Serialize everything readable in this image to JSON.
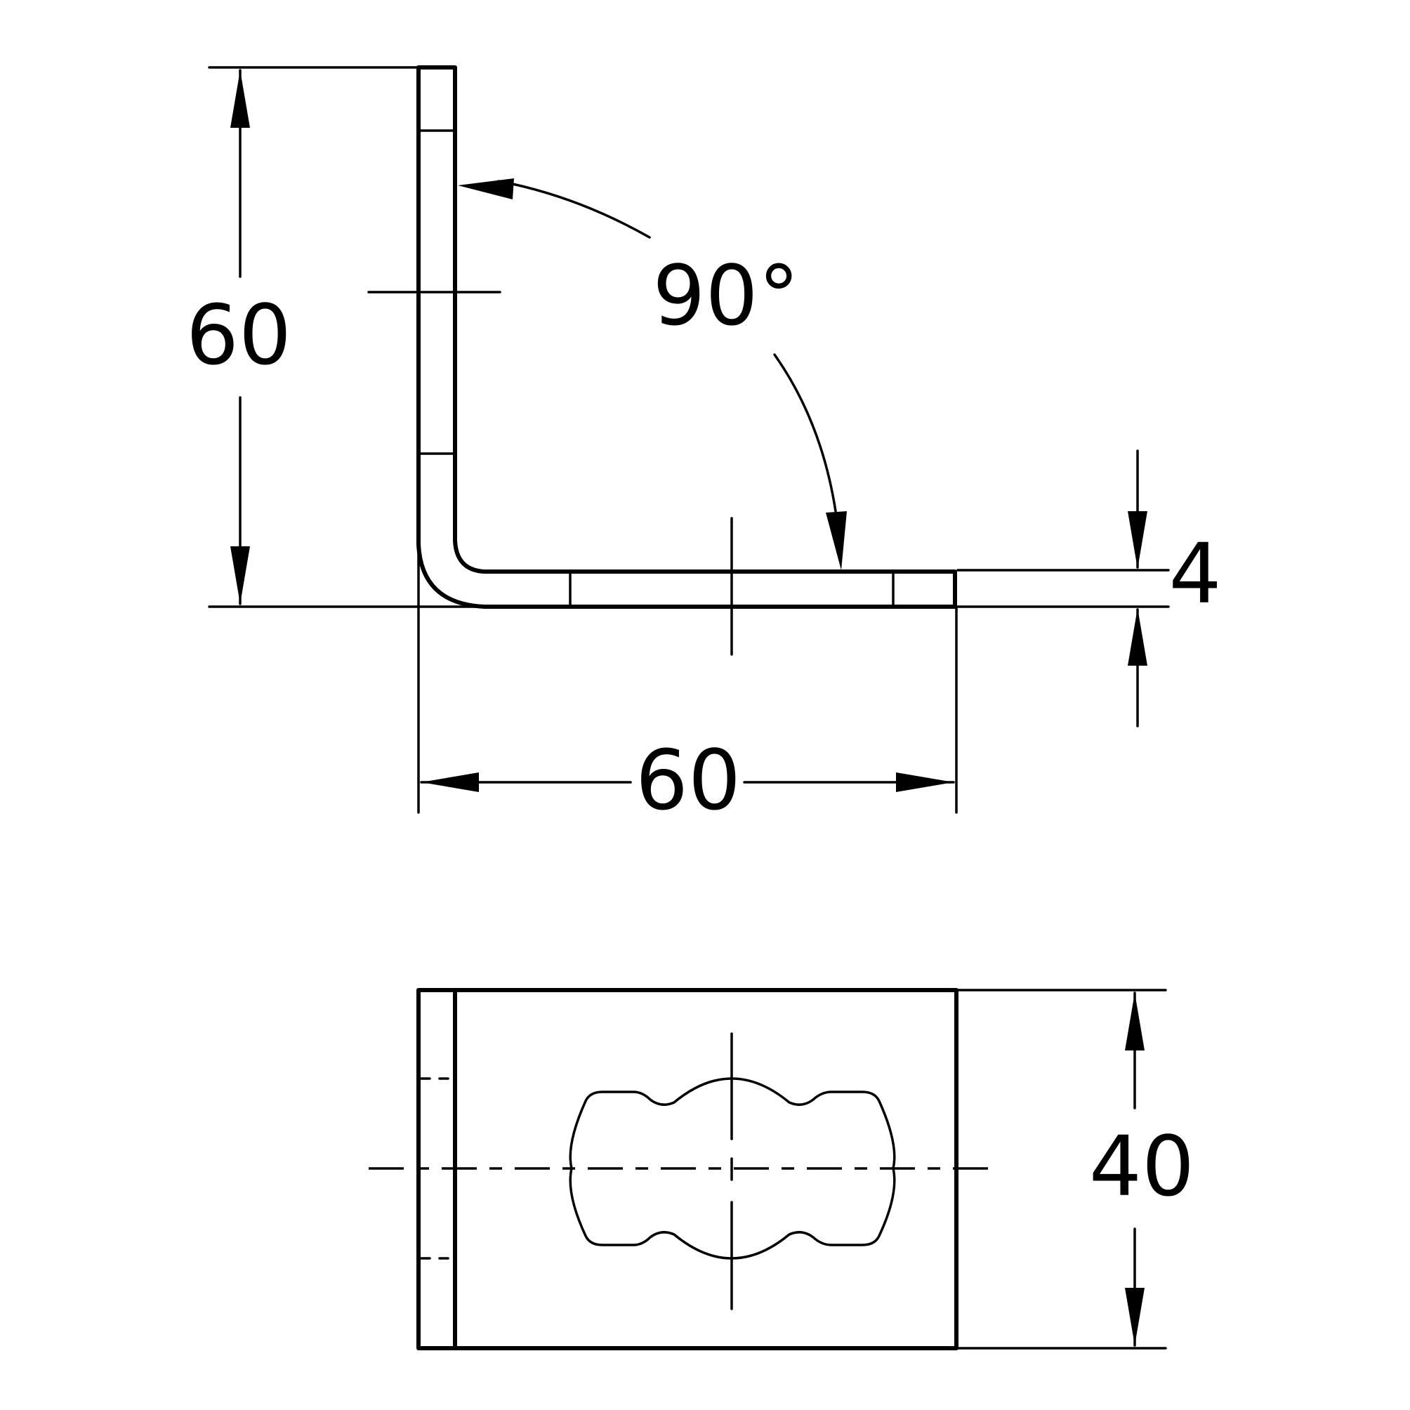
{
  "drawing": {
    "part": "angle-bracket",
    "views": [
      "side-view",
      "top-view"
    ]
  },
  "dimensions": {
    "vertical_leg_height": "60",
    "horizontal_leg_length": "60",
    "bend_angle": "90°",
    "material_thickness": "4",
    "bracket_width": "40"
  },
  "colors": {
    "line": "#000000",
    "background": "#ffffff"
  }
}
